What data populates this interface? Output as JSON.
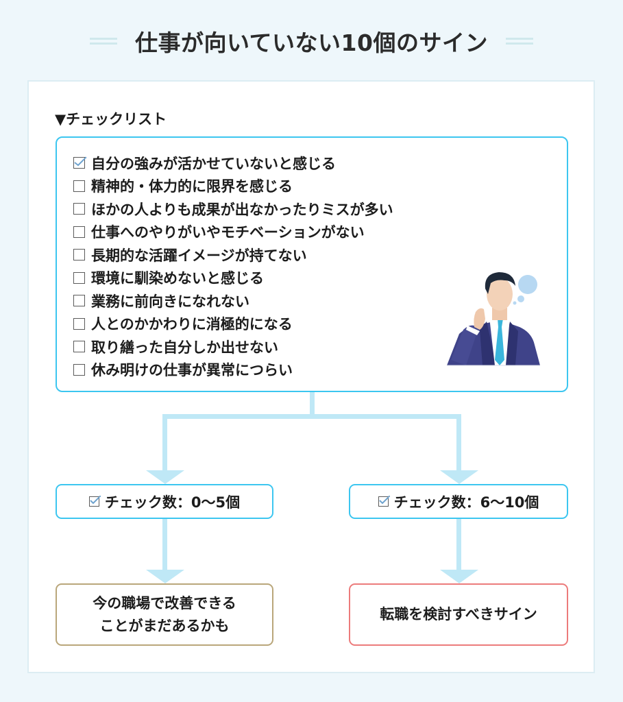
{
  "header": {
    "title": "仕事が向いていない10個のサイン"
  },
  "checklist": {
    "label": "▼チェックリスト",
    "items": [
      {
        "text": "自分の強みが活かせていないと感じる",
        "checked": true
      },
      {
        "text": "精神的・体力的に限界を感じる",
        "checked": false
      },
      {
        "text": "ほかの人よりも成果が出なかったりミスが多い",
        "checked": false
      },
      {
        "text": "仕事へのやりがいやモチベーションがない",
        "checked": false
      },
      {
        "text": "長期的な活躍イメージが持てない",
        "checked": false
      },
      {
        "text": "環境に馴染めないと感じる",
        "checked": false
      },
      {
        "text": "業務に前向きになれない",
        "checked": false
      },
      {
        "text": "人とのかかわりに消極的になる",
        "checked": false
      },
      {
        "text": "取り繕った自分しか出せない",
        "checked": false
      },
      {
        "text": "休み明けの仕事が異常につらい",
        "checked": false
      }
    ]
  },
  "branches": {
    "left": {
      "count_label": "チェック数：0〜5個",
      "result_line1": "今の職場で改善できる",
      "result_line2": "ことがまだあるかも",
      "border_color": "#b9a67a"
    },
    "right": {
      "count_label": "チェック数：6〜10個",
      "result_line1": "転職を検討すべきサイン",
      "border_color": "#ec7b7b"
    }
  },
  "colors": {
    "accent": "#3cc6f0",
    "connector": "#bfe8f6",
    "background": "#eef7fb"
  },
  "icons": {
    "checkbox": "checkbox-icon",
    "checked": "checked-box-icon",
    "illustration": "thinking-businessman-illustration"
  }
}
